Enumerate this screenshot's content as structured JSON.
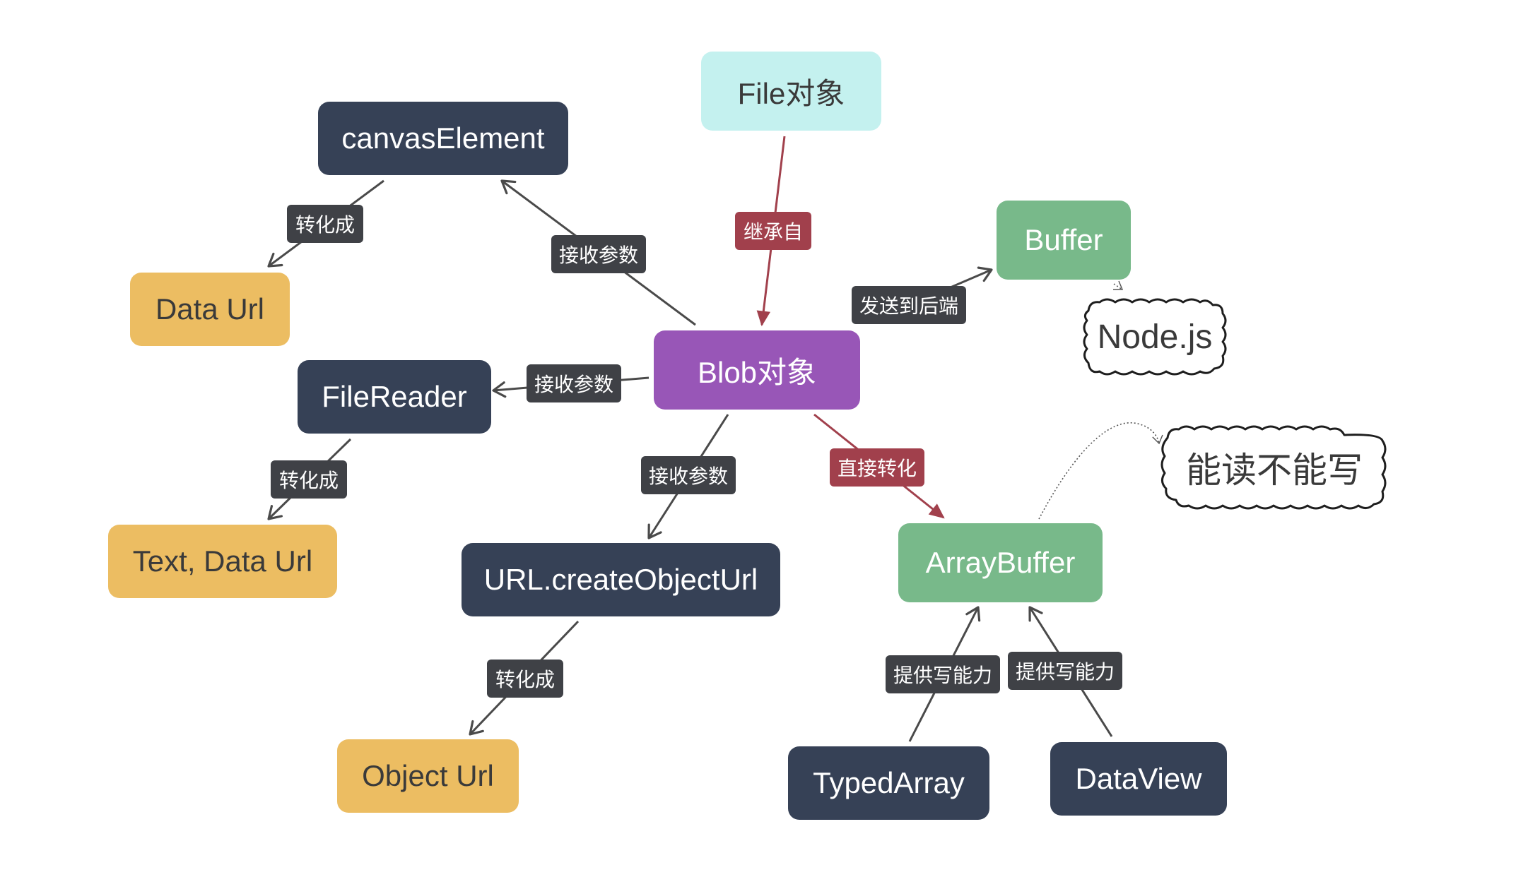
{
  "nodes": {
    "file_object": "File对象",
    "canvas_element": "canvasElement",
    "buffer": "Buffer",
    "data_url_1": "Data Url",
    "blob_object": "Blob对象",
    "file_reader": "FileReader",
    "text_data_url": "Text, Data Url",
    "url_create_object_url": "URL.createObjectUrl",
    "array_buffer": "ArrayBuffer",
    "object_url": "Object Url",
    "typed_array": "TypedArray",
    "data_view": "DataView"
  },
  "notes": {
    "nodejs": "Node.js",
    "read_not_write": "能读不能写"
  },
  "edge_labels": {
    "inherit_from": "继承自",
    "canvas_converts": "转化成",
    "canvas_accepts_param": "接收参数",
    "send_to_backend": "发送到后端",
    "filereader_accepts_param": "接收参数",
    "filereader_converts": "转化成",
    "url_accepts_param": "接收参数",
    "direct_convert": "直接转化",
    "url_converts": "转化成",
    "typedarray_write": "提供写能力",
    "dataview_write": "提供写能力"
  },
  "colors": {
    "dark_node": "#364156",
    "yellow_node": "#ecbd62",
    "green_node": "#78b98a",
    "cyan_node": "#c4f1ef",
    "purple_node": "#9856b7",
    "label_bg": "#3f4146",
    "red_label_bg": "#a1404c",
    "dark_arrow": "#4a4a4a",
    "red_arrow": "#a1404c"
  }
}
